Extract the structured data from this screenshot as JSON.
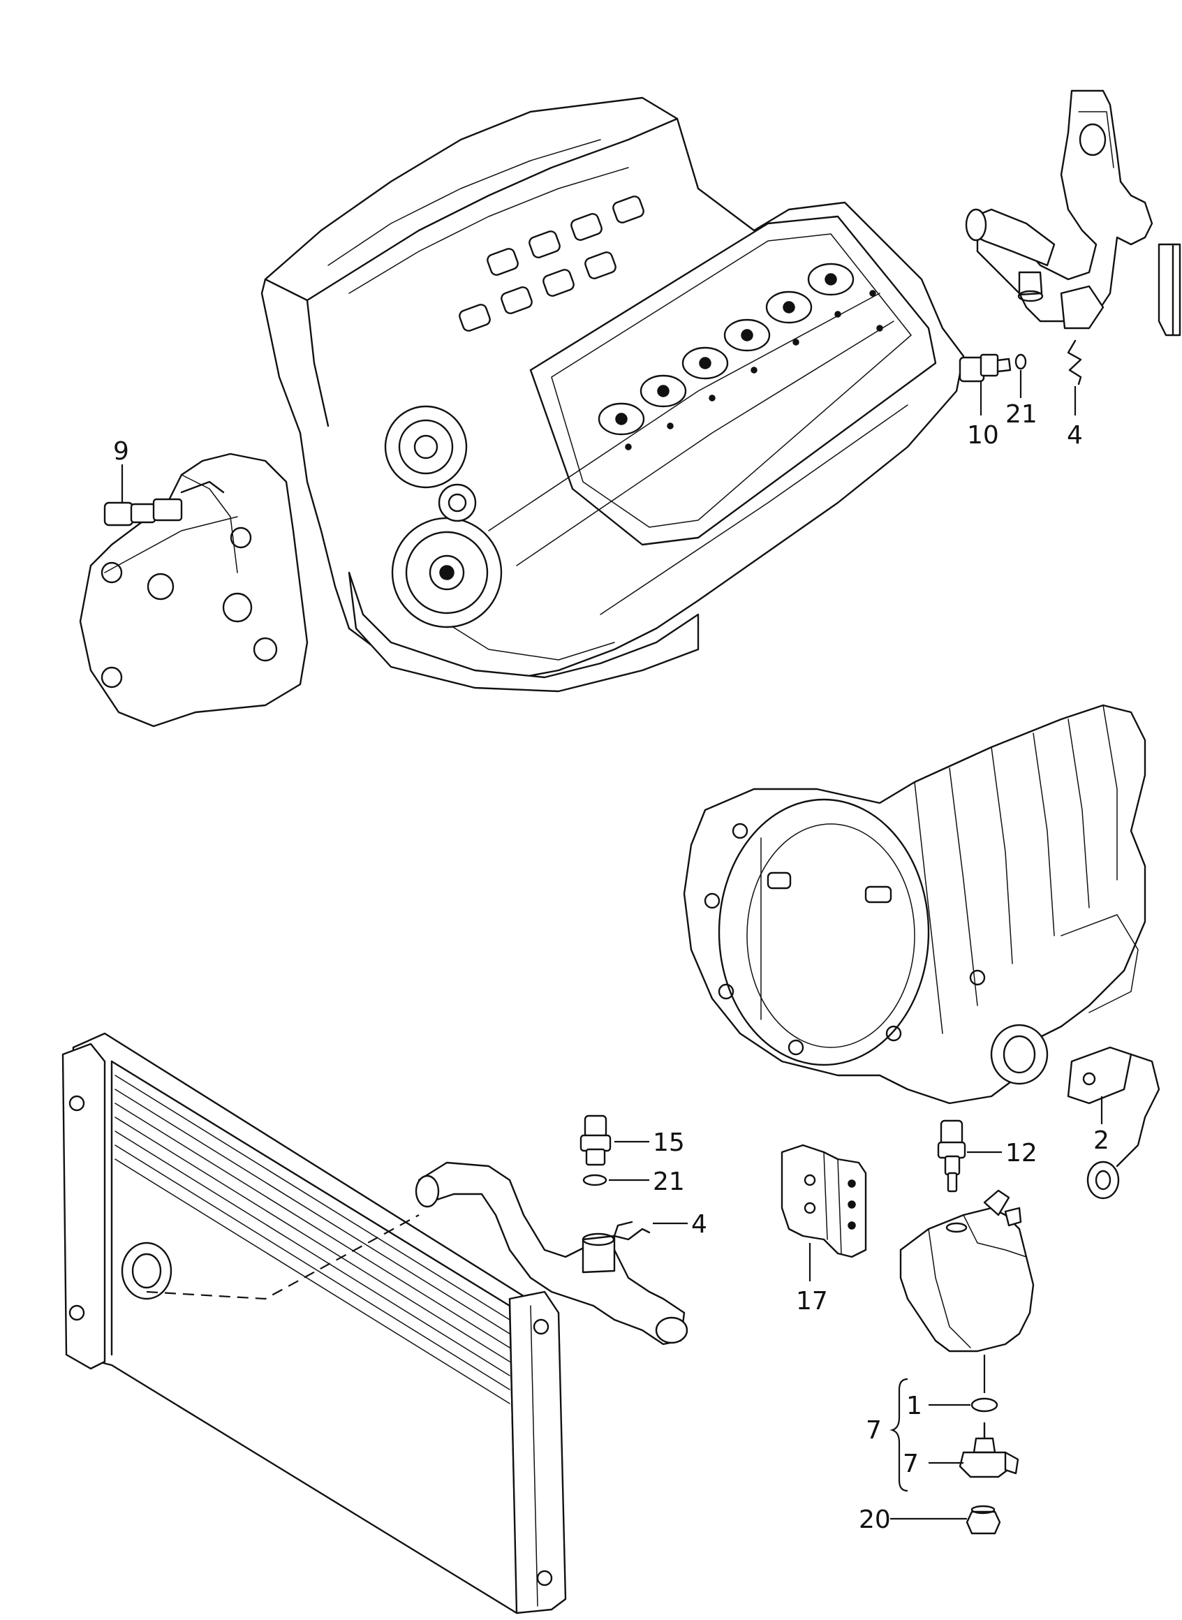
{
  "callouts": {
    "c9": "9",
    "c10": "10",
    "c21_top": "21",
    "c4_top": "4",
    "c2": "2",
    "c15": "15",
    "c21_bottom": "21",
    "c4_bottom": "4",
    "c12": "12",
    "c17": "17",
    "c1": "1",
    "c7_group": "7",
    "c7_item": "7",
    "c20": "20"
  }
}
